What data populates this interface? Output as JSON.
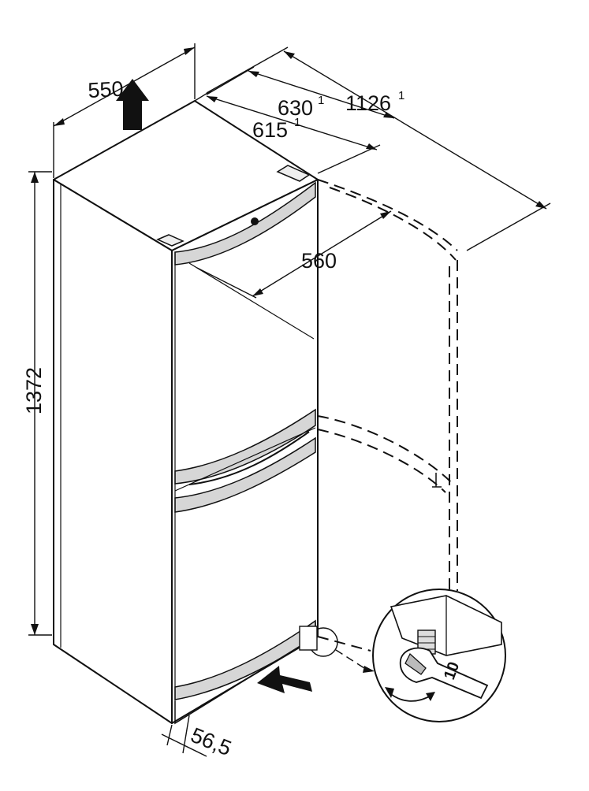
{
  "dimensions": {
    "depth_top": "550",
    "depth_door_open_a": "630",
    "depth_door_open_a_note": "1",
    "depth_door_open_b": "1126",
    "depth_door_open_b_note": "1",
    "depth_body": "615",
    "depth_body_note": "1",
    "door_width": "560",
    "height": "1372",
    "foot_offset": "56,5"
  },
  "tool_size": "10",
  "colors": {
    "line": "#111111",
    "trim": "#cfcfcf",
    "fill": "#ffffff"
  }
}
